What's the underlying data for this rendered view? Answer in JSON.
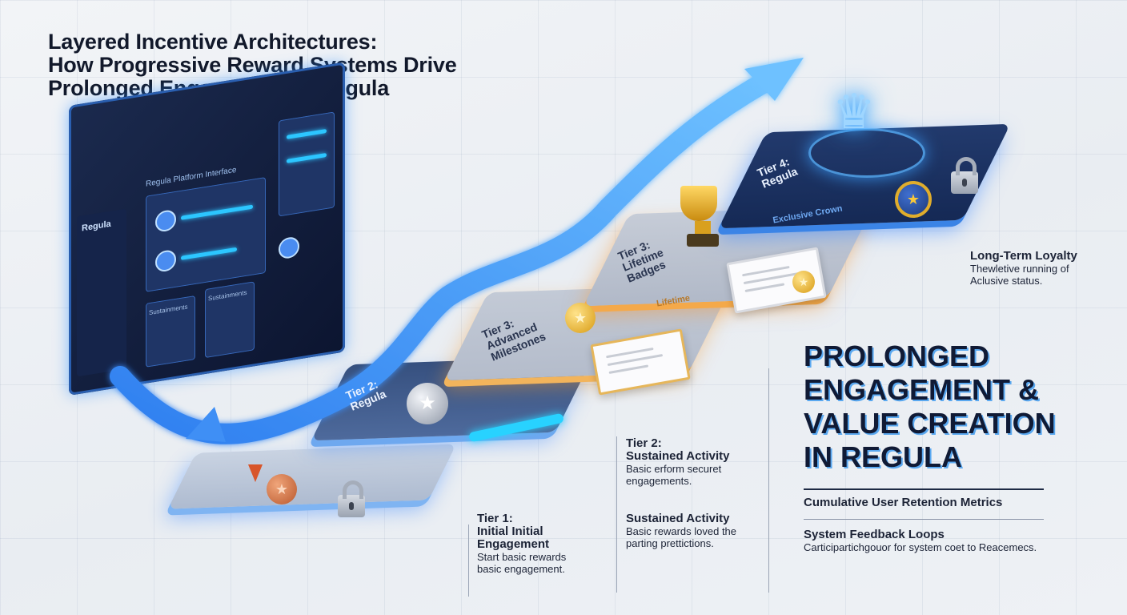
{
  "title": {
    "line1": "Layered Incentive Architectures:",
    "line2": "How Progressive Reward Systems Drive",
    "line3": "Prolonged Engagement in Regula"
  },
  "monitor": {
    "brand": "Regula",
    "header": "Regula Platform Interface",
    "card_label_a": "Sustainments",
    "card_label_b": "Sustainments"
  },
  "tiers": {
    "tier1_platform": {
      "label": ""
    },
    "tier2_platform": {
      "line1": "Tier 2:",
      "line2": "Regula"
    },
    "tier3a_platform": {
      "line1": "Tier 3:",
      "line2": "Advanced",
      "line3": "Milestones"
    },
    "tier3b_platform": {
      "line1": "Tier 3:",
      "line2": "Lifetime",
      "line3": "Badges",
      "tag": "Lifetime"
    },
    "tier4_platform": {
      "line1": "Tier 4:",
      "line2": "Regula",
      "tag": "Exclusive Crown"
    }
  },
  "notes": {
    "tier1": {
      "h1": "Tier 1:",
      "h2": "Initial Initial",
      "h3": "Engagement",
      "b1": "Start basic rewards",
      "b2": "basic engagement."
    },
    "tier2": {
      "h": "Tier 2:",
      "h2": "Sustained Activity",
      "b1": "Basic erform securet",
      "b2": "engagements."
    },
    "sustained": {
      "h": "Sustained Activity",
      "b1": "Basic rewards loved the",
      "b2": "parting prettictions."
    },
    "loyalty": {
      "h": "Long-Term Loyalty",
      "b1": "Thewletive running of",
      "b2": "Aclusive status."
    }
  },
  "headline": {
    "line1": "PROLONGED",
    "line2": "ENGAGEMENT &",
    "line3": "VALUE CREATION",
    "line4": "IN REGULA"
  },
  "metrics": {
    "retention": "Cumulative User Retention Metrics",
    "feedback_h": "System Feedback Loops",
    "feedback_b": "Carticipartichgouor for system coet to Reacemecs."
  },
  "icons": {
    "arrow": "arrow-icon",
    "crown": "crown-icon",
    "lock": "lock-icon",
    "trophy": "trophy-icon",
    "medal": "medal-icon",
    "certificate": "certificate-icon"
  },
  "colors": {
    "accent_blue": "#3f9cff",
    "gold": "#e0a62a",
    "navy": "#152955",
    "orange_glow": "#f4a94a"
  }
}
